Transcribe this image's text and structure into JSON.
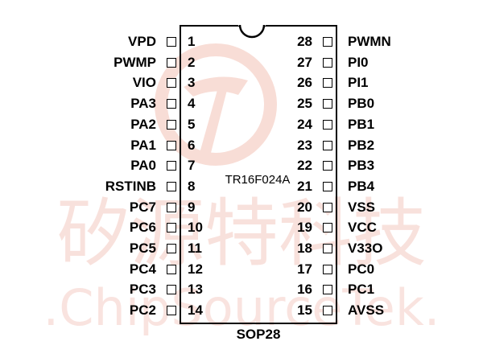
{
  "chip": {
    "part_number": "TR16F024A",
    "package": "SOP28"
  },
  "watermark": {
    "chinese": "矽源特科技",
    "latin": ".ChipSourceTek."
  },
  "left_pins": [
    {
      "number": "1",
      "name": "VPD"
    },
    {
      "number": "2",
      "name": "PWMP"
    },
    {
      "number": "3",
      "name": "VIO"
    },
    {
      "number": "4",
      "name": "PA3"
    },
    {
      "number": "5",
      "name": "PA2"
    },
    {
      "number": "6",
      "name": "PA1"
    },
    {
      "number": "7",
      "name": "PA0"
    },
    {
      "number": "8",
      "name": "RSTINB"
    },
    {
      "number": "9",
      "name": "PC7"
    },
    {
      "number": "10",
      "name": "PC6"
    },
    {
      "number": "11",
      "name": "PC5"
    },
    {
      "number": "12",
      "name": "PC4"
    },
    {
      "number": "13",
      "name": "PC3"
    },
    {
      "number": "14",
      "name": "PC2"
    }
  ],
  "right_pins": [
    {
      "number": "28",
      "name": "PWMN"
    },
    {
      "number": "27",
      "name": "PI0"
    },
    {
      "number": "26",
      "name": "PI1"
    },
    {
      "number": "25",
      "name": "PB0"
    },
    {
      "number": "24",
      "name": "PB1"
    },
    {
      "number": "23",
      "name": "PB2"
    },
    {
      "number": "22",
      "name": "PB3"
    },
    {
      "number": "21",
      "name": "PB4"
    },
    {
      "number": "20",
      "name": "VSS"
    },
    {
      "number": "19",
      "name": "VCC"
    },
    {
      "number": "18",
      "name": "V33O"
    },
    {
      "number": "17",
      "name": "PC0"
    },
    {
      "number": "16",
      "name": "PC1"
    },
    {
      "number": "15",
      "name": "AVSS"
    }
  ]
}
